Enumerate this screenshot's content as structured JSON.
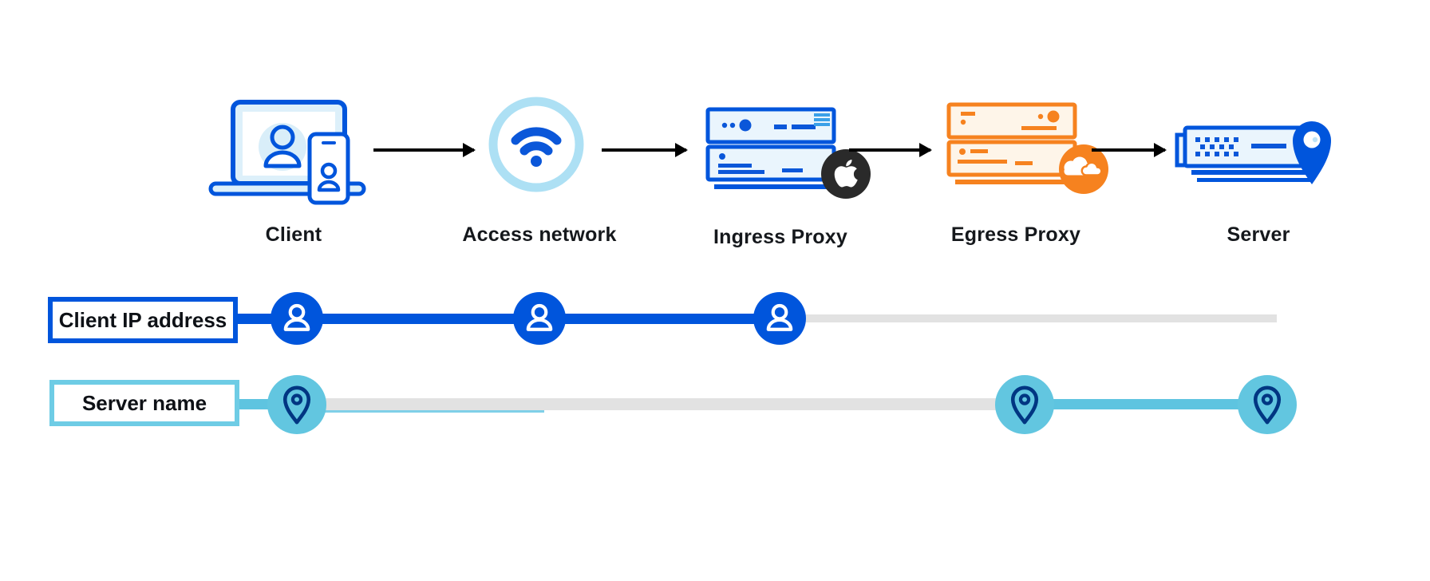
{
  "palette": {
    "blue": "#0055DC",
    "sky_blue": "#5EC4E0",
    "sky_blue_border": "#6ECCE5",
    "navy": "#003682",
    "orange": "#F6821F",
    "badge_black": "#2A2A2A",
    "track_gray": "#E2E2E2",
    "pale_blue_fill": "#D9EEF9",
    "light_blue_fill": "#EAF5FD",
    "light_orange_fill": "#FEF5E9",
    "wifi_ring": "#ADE0F4",
    "arrow_black": "#000000",
    "label_text": "#15181c"
  },
  "flow": {
    "nodes": [
      {
        "label": "Client",
        "icon": "client-devices-icon"
      },
      {
        "label": "Access network",
        "icon": "wifi-icon"
      },
      {
        "label": "Ingress Proxy",
        "icon": "server-stack-blue-icon",
        "badge": "apple-logo-icon"
      },
      {
        "label": "Egress Proxy",
        "icon": "server-stack-orange-icon",
        "badge": "cloudflare-logo-icon"
      },
      {
        "label": "Server",
        "icon": "server-location-icon"
      }
    ]
  },
  "tracks": [
    {
      "label": "Client IP address",
      "marker_icon": "person-icon",
      "visible_span": [
        "Client",
        "Access network",
        "Ingress Proxy"
      ]
    },
    {
      "label": "Server name",
      "marker_icon": "location-pin-icon",
      "visible_span": [
        "Client",
        "Egress Proxy",
        "Server"
      ]
    }
  ]
}
